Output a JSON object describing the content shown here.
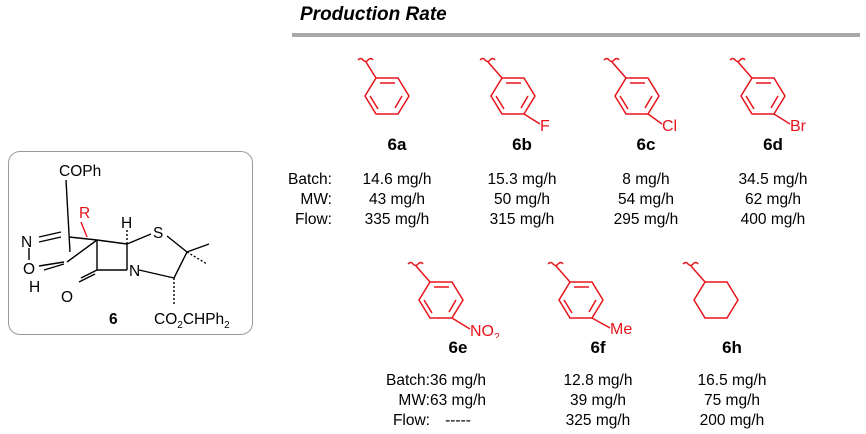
{
  "title": "Production Rate",
  "core": {
    "compound": "6",
    "cophe": "COPh",
    "r": "R",
    "n": "N",
    "o": "O",
    "h1": "H",
    "h2": "H",
    "s": "S",
    "n2": "N",
    "o2": "O",
    "ester_pre": "CO",
    "ester_sub": "2",
    "ester_post": "CHPh",
    "ester_sub2": "2"
  },
  "row_labels": [
    "Batch:",
    "MW:",
    "Flow:"
  ],
  "row1": [
    {
      "id": "6a",
      "sub": "",
      "batch": "14.6 mg/h",
      "mw": "43 mg/h",
      "flow": "335 mg/h"
    },
    {
      "id": "6b",
      "sub": "F",
      "batch": "15.3 mg/h",
      "mw": "50 mg/h",
      "flow": "315 mg/h"
    },
    {
      "id": "6c",
      "sub": "Cl",
      "batch": "8 mg/h",
      "mw": "54 mg/h",
      "flow": "295 mg/h"
    },
    {
      "id": "6d",
      "sub": "Br",
      "batch": "34.5 mg/h",
      "mw": "62 mg/h",
      "flow": "400 mg/h"
    }
  ],
  "row2": [
    {
      "id": "6e",
      "sub_pre": "NO",
      "sub_sub": "2",
      "batch": "36 mg/h",
      "mw": "63 mg/h",
      "flow": "-----"
    },
    {
      "id": "6f",
      "sub": "Me",
      "batch": "12.8 mg/h",
      "mw": "39 mg/h",
      "flow": "325 mg/h"
    },
    {
      "id": "6h",
      "sub": "",
      "batch": "16.5 mg/h",
      "mw": "75 mg/h",
      "flow": "200 mg/h"
    }
  ],
  "colors": {
    "red": "#e8141c",
    "rule": "#a8a8a8",
    "box": "#9a9a9a"
  }
}
